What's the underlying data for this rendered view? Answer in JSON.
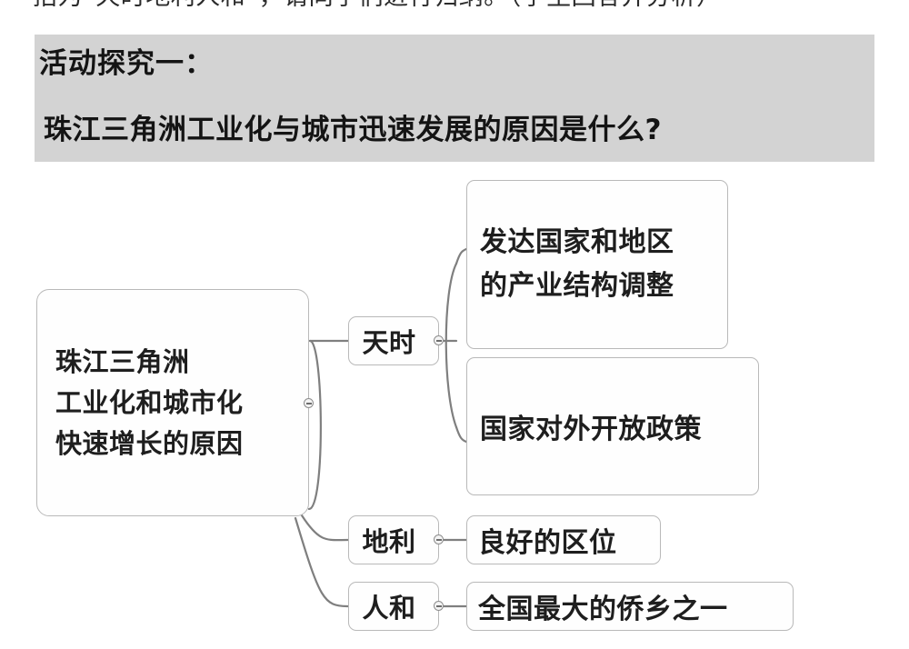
{
  "page": {
    "background_color": "#ffffff",
    "clipped_top_line": "括为“天时地利人和”，请同学们进行归纳。（学生回答并分析）"
  },
  "banner": {
    "background_color": "#d3d3d3",
    "heading": "活动探究一：",
    "question": "珠江三角洲工业化与城市迅速发展的原因是什么?"
  },
  "mindmap": {
    "node_fill": "#fefefe",
    "node_border_color": "#b9b9b9",
    "connector_color": "#7f7f7f",
    "text_color": "#1e1e1e",
    "root": {
      "label": "珠江三角洲\n工业化和城市化\n快速增长的原因"
    },
    "branches": [
      {
        "id": "tianshi",
        "label": "天时",
        "children": [
          {
            "id": "leaf1",
            "label": "发达国家和地区\n的产业结构调整"
          },
          {
            "id": "leaf2",
            "label": "国家对外开放政策"
          }
        ]
      },
      {
        "id": "dili",
        "label": "地利",
        "children": [
          {
            "id": "leaf3",
            "label": "良好的区位"
          }
        ]
      },
      {
        "id": "renhe",
        "label": "人和",
        "children": [
          {
            "id": "leaf4",
            "label": "全国最大的侨乡之一"
          }
        ]
      }
    ]
  }
}
